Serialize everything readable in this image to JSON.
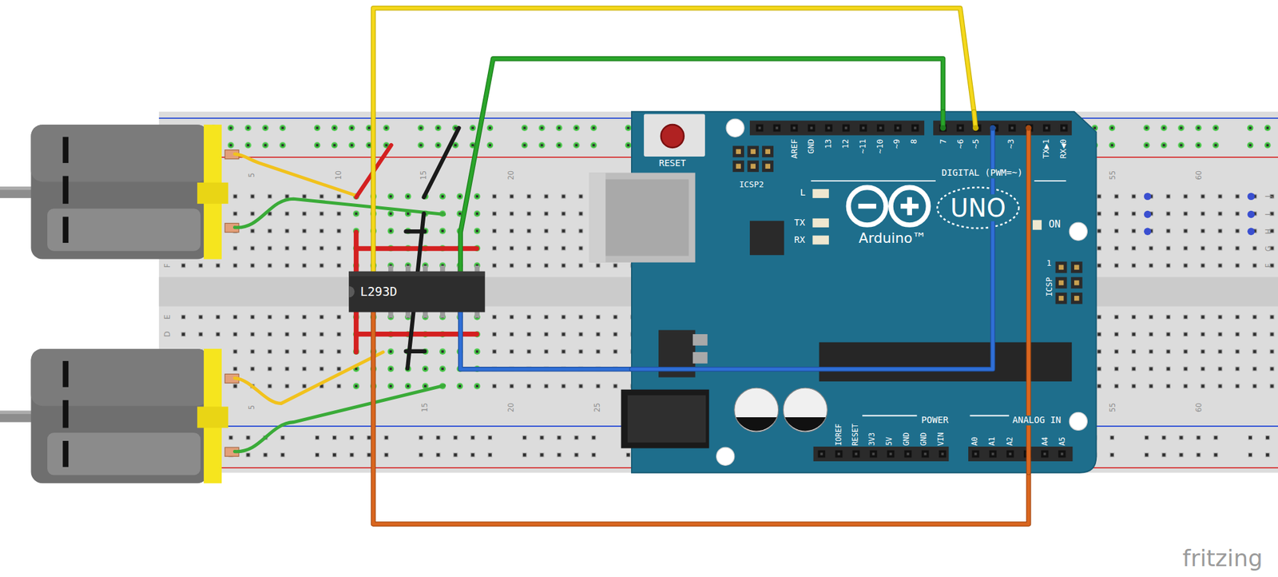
{
  "diagram": {
    "nodes": [
      {
        "text": [
          "L293D"
        ]
      },
      {
        "text": [
          "Arduino™",
          "UNO"
        ]
      }
    ],
    "edges": [
      {
        "from": 0,
        "to": 1,
        "arrow": "none"
      },
      {
        "from": 0,
        "to": 1,
        "arrow": "none"
      },
      {
        "from": 0,
        "to": 1,
        "arrow": "none"
      },
      {
        "from": 0,
        "to": 1,
        "arrow": "none"
      }
    ],
    "labels": [
      "5",
      "10",
      "15",
      "20",
      "55",
      "60",
      "5",
      "15",
      "20",
      "25",
      "55",
      "60",
      "F",
      "E",
      "D",
      "J",
      "I",
      "H",
      "G",
      "F",
      "RESET",
      "ICSP2",
      "AREF",
      "GND",
      "13",
      "12",
      "~11",
      "~10",
      "~9",
      "8",
      "7",
      "~6",
      "~5",
      "~3",
      "TX▶1",
      "RX◀0",
      "DIGITAL (PWM=~)",
      "L",
      "TX",
      "RX",
      "ON",
      "1",
      "ICSP",
      "IOREF",
      "RESET",
      "3V3",
      "5V",
      "GND",
      "GND",
      "VIN",
      "POWER",
      "A0",
      "A1",
      "A2",
      "A4",
      "A5",
      "ANALOG IN",
      "fritzing"
    ]
  }
}
